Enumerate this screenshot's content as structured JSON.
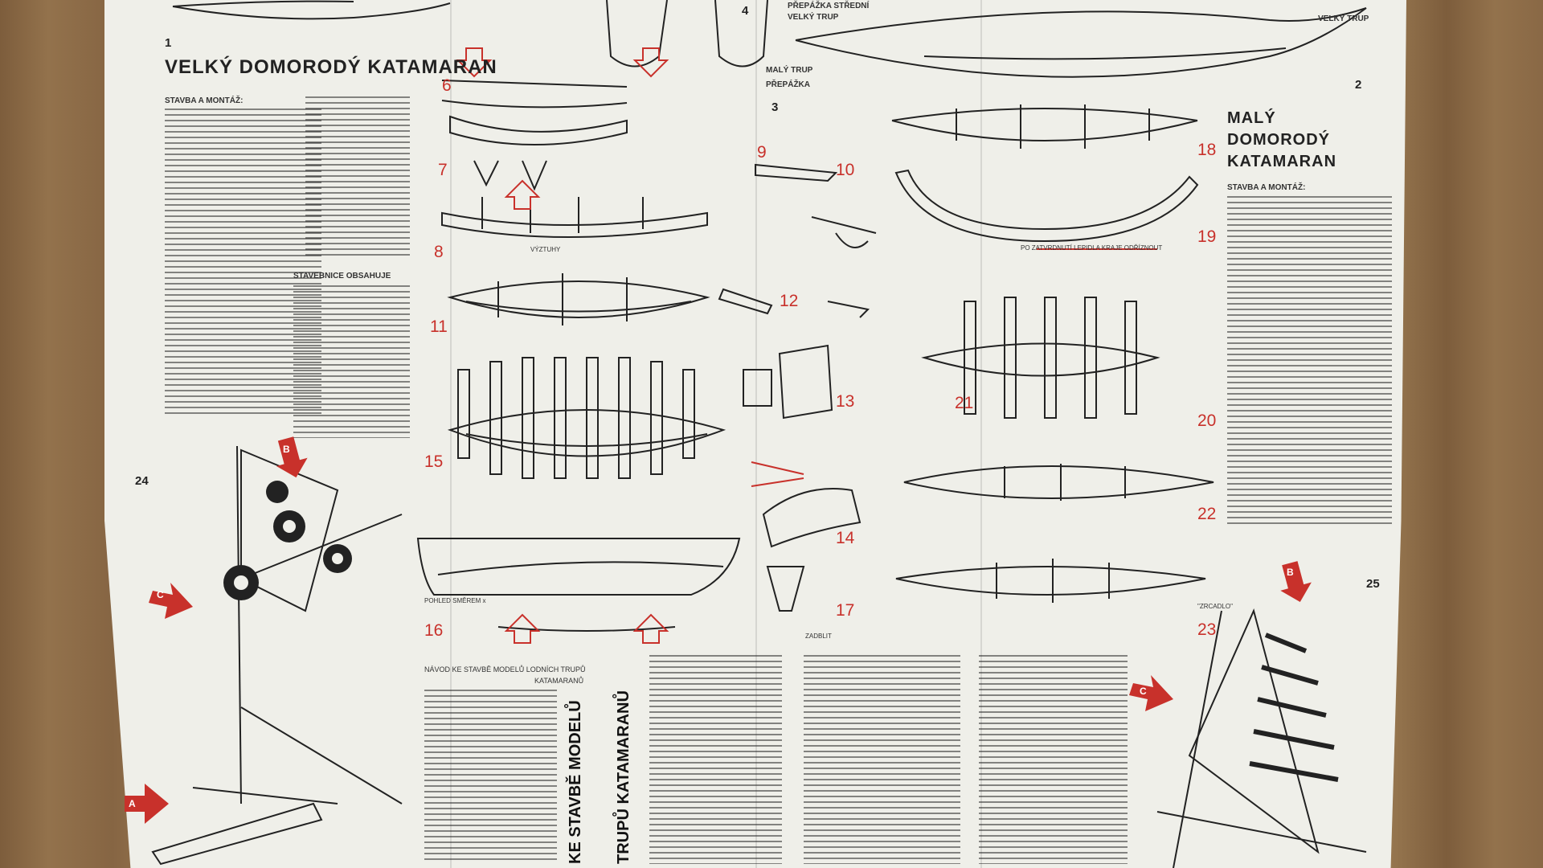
{
  "left_title": "VELKÝ DOMORODÝ KATAMARAN",
  "left_subtitle": "STAVBA A MONTÁŽ:",
  "parts_heading": "STAVEBNICE OBSAHUJE",
  "right_title_line1": "MALÝ",
  "right_title_line2": "DOMORODÝ",
  "right_title_line3": "KATAMARAN",
  "right_subtitle": "STAVBA A MONTÁŽ:",
  "top_labels": {
    "prepazka_stredni": "PŘEPÁŽKA STŘEDNÍ",
    "velky_trup": "VELKÝ TRUP",
    "maly_trup": "MALÝ TRUP",
    "prepazka": "PŘEPÁŽKA",
    "velky_trup_right": "VELKÝ TRUP"
  },
  "callouts": {
    "vyztuhy": "VÝZTUHY",
    "zatvrdnuti": "PO ZATVRDNUTÍ LEPIDLA KRAJE ODŘÍZNOUT",
    "pohled": "POHLED SMĚREM x",
    "zadblit": "ZADBLIT",
    "zrcadlo": "\"ZRCADLO\""
  },
  "bottom_heading": "NÁVOD KE STAVBĚ MODELŮ LODNÍCH TRUPŮ",
  "bottom_heading_sub": "KATAMARANŮ",
  "vertical_title_1": "KE STAVBĚ MODELŮ",
  "vertical_title_2": "TRUPŮ KATAMARANŮ",
  "page_numbers": {
    "left": "24",
    "right": "25",
    "top_left": "1",
    "top_right": "2",
    "fig3": "3",
    "fig4": "4"
  },
  "figure_numbers": [
    "6",
    "7",
    "8",
    "9",
    "10",
    "11",
    "12",
    "13",
    "14",
    "15",
    "16",
    "17",
    "18",
    "19",
    "20",
    "21",
    "22",
    "23"
  ],
  "sail_letters": {
    "b_left": "B",
    "c_left": "C",
    "a_left": "A",
    "b_right": "B",
    "c_right": "C"
  },
  "colors": {
    "paper": "#efefe9",
    "ink": "#222222",
    "red": "#c8312b",
    "floor": "#8a6a45"
  }
}
